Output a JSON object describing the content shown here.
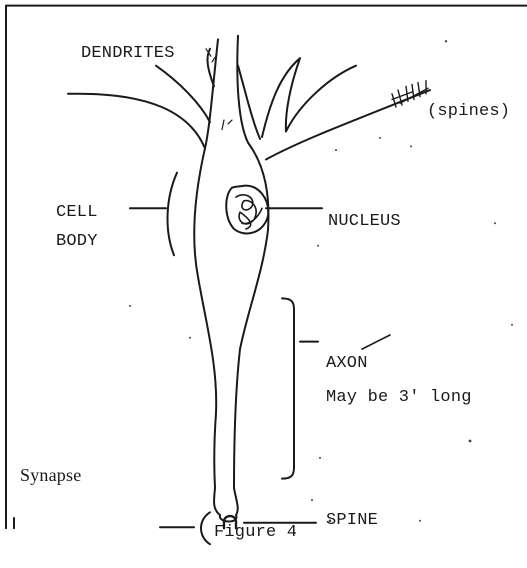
{
  "figure": {
    "caption": "Figure 4",
    "ink_color": "#1a1a1a",
    "paper_color": "#ffffff"
  },
  "labels": {
    "dendrites": "DENDRITES",
    "spines": "(spines)",
    "cell_body_line1": "CELL",
    "cell_body_line2": "BODY",
    "nucleus": "NUCLEUS",
    "axon": "AXON",
    "axon_length": "May be 3' long",
    "synapse": "Synapse",
    "spine": "SPINE"
  }
}
